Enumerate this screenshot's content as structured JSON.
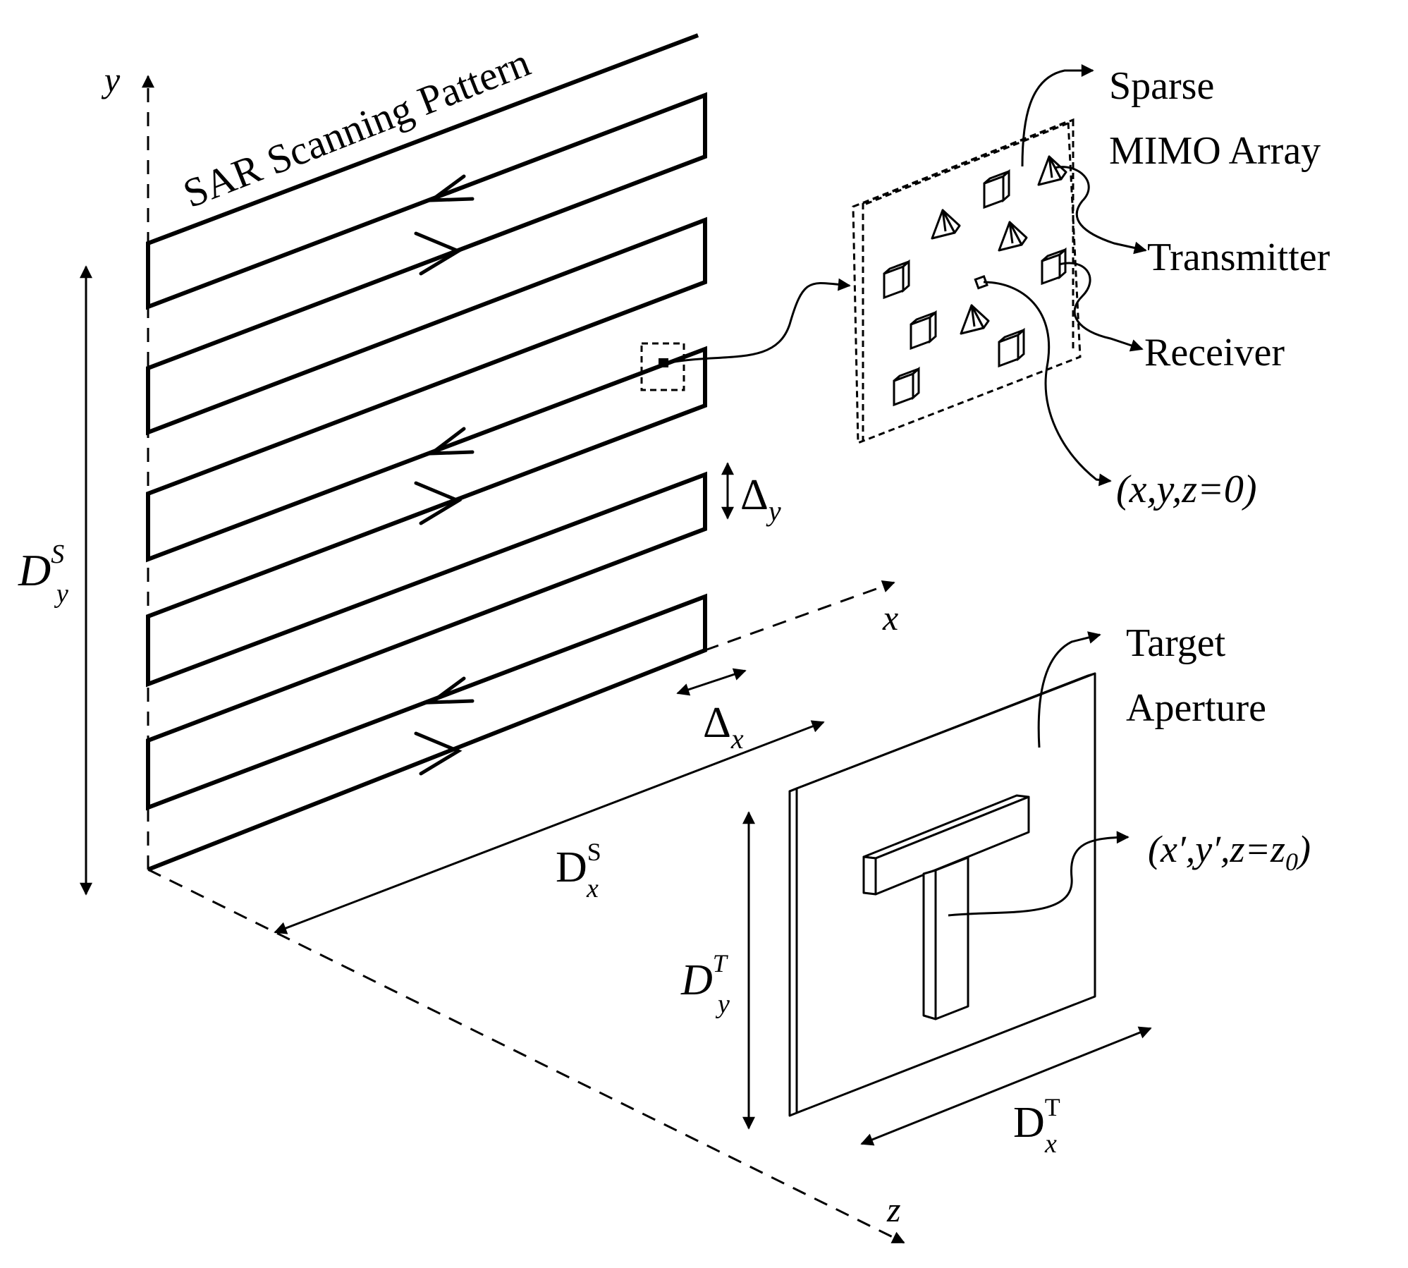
{
  "axes": {
    "x": "x",
    "y": "y",
    "z": "z"
  },
  "scan_pattern_label": "SAR Scanning Pattern",
  "array": {
    "title_line1": "Sparse",
    "title_line2": "MIMO Array",
    "transmitter": "Transmitter",
    "receiver": "Receiver",
    "coordinate": "(x,y,z=0)"
  },
  "target": {
    "title_line1": "Target",
    "title_line2": "Aperture",
    "coordinate": "(x′,y′,z=z",
    "coordinate_sub": "0",
    "coordinate_close": ")"
  },
  "dimensions": {
    "delta_y": {
      "main": "Δ",
      "sub": "y"
    },
    "delta_x": {
      "main": "Δ",
      "sub": "x"
    },
    "scan_dy": {
      "main": "D",
      "sup": "S",
      "sub": "y"
    },
    "scan_dx": {
      "main": "D",
      "sup": "S",
      "sub": "x"
    },
    "target_dy": {
      "main": "D",
      "sup": "T",
      "sub": "y"
    },
    "target_dx": {
      "main": "D",
      "sup": "T",
      "sub": "x"
    }
  },
  "colors": {
    "ink": "#000000",
    "background": "#ffffff",
    "target_face": "#ffffff"
  }
}
